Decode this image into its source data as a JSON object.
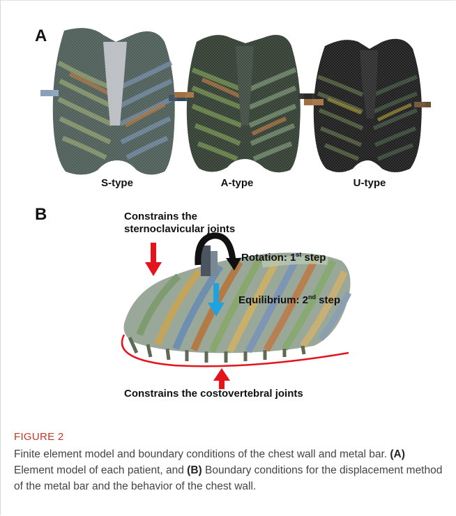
{
  "panel_a": {
    "letter": "A",
    "types": [
      "S-type",
      "A-type",
      "U-type"
    ]
  },
  "panel_b": {
    "letter": "B",
    "constrain_top_line1": "Constrains the",
    "constrain_top_line2": "sternoclavicular joints",
    "rotation_prefix": "Rotation: 1",
    "rotation_sup": "st",
    "rotation_suffix": " step",
    "equilibrium_prefix": "Equilibrium: 2",
    "equilibrium_sup": "nd",
    "equilibrium_suffix": " step",
    "constrain_bottom": "Constrains the costovertebral joints"
  },
  "figure": {
    "title": "FIGURE 2",
    "caption_part1": "Finite element model and boundary conditions of the chest wall and metal bar. ",
    "caption_bold_a": "(A)",
    "caption_part2": " Element model of each patient, and ",
    "caption_bold_b": "(B)",
    "caption_part3": " Boundary conditions for the displacement method of the metal bar and the behavior of the chest wall."
  },
  "colors": {
    "title_red": "#c0392b",
    "arrow_red": "#e3141b",
    "arrow_blue": "#1fa3e0",
    "rotation_black": "#111111"
  }
}
